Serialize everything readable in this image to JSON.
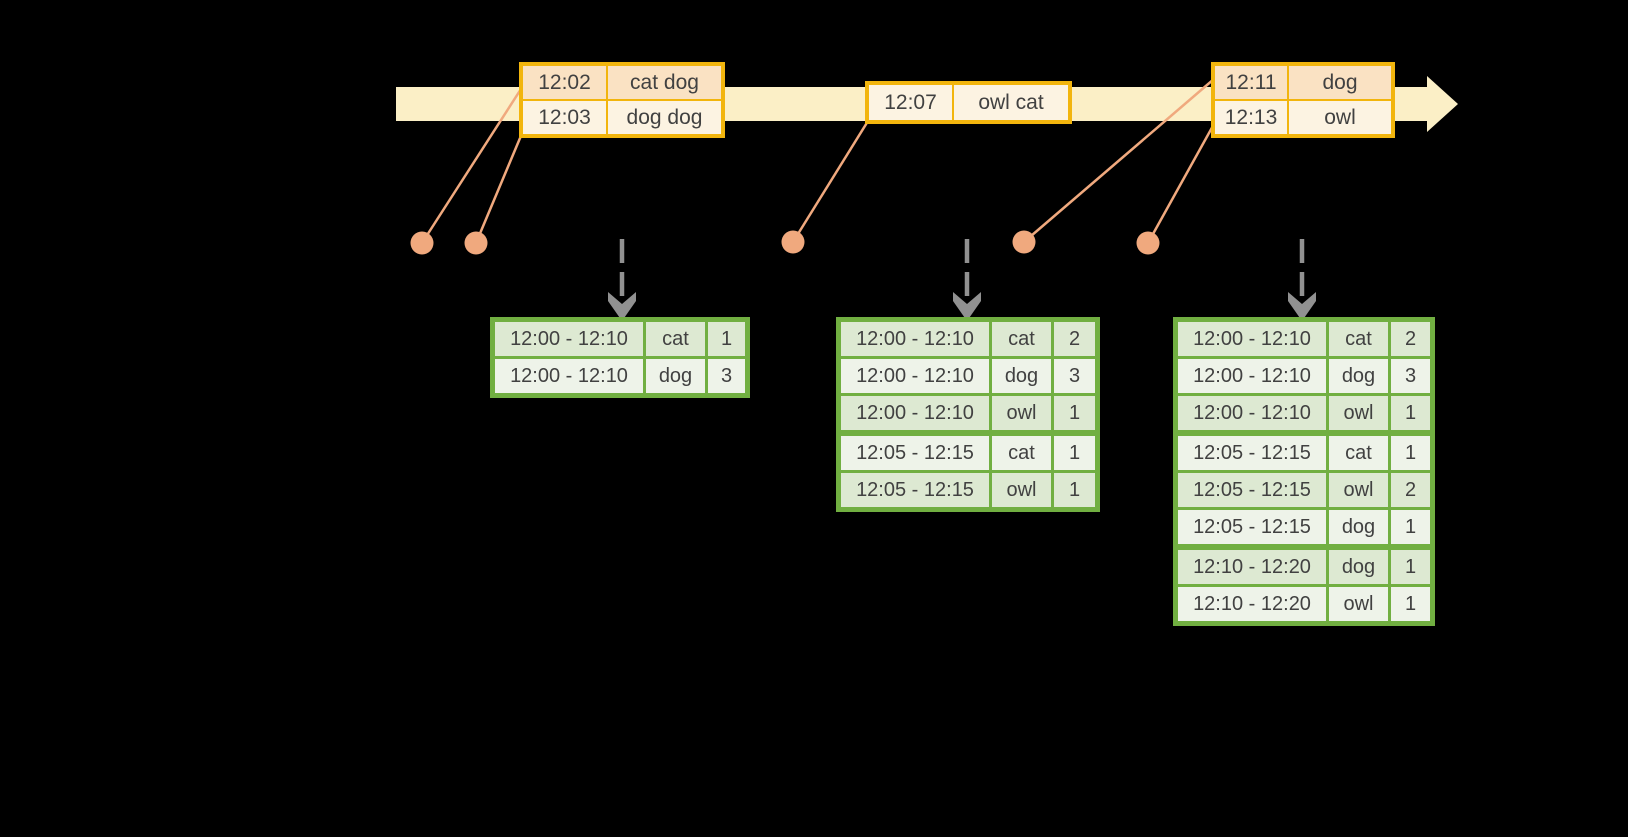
{
  "colors": {
    "background": "#000000",
    "timeline_fill": "#FBEFC6",
    "event_table_border": "#F2B50D",
    "event_row_peach": "#FAE2C3",
    "event_row_cream": "#FCF3E2",
    "connector": "#F0A97E",
    "trigger_arrow": "#919191",
    "result_table_border": "#71AF41",
    "result_row_tint": "#DDE9D2",
    "result_row_light": "#EEF3E9",
    "text": "#414141"
  },
  "event_tables": [
    {
      "rows": [
        {
          "time": "12:02",
          "words": "cat dog"
        },
        {
          "time": "12:03",
          "words": "dog dog"
        }
      ]
    },
    {
      "rows": [
        {
          "time": "12:07",
          "words": "owl cat"
        }
      ]
    },
    {
      "rows": [
        {
          "time": "12:11",
          "words": "dog"
        },
        {
          "time": "12:13",
          "words": "owl"
        }
      ]
    }
  ],
  "result_tables": [
    {
      "rows": [
        {
          "window": "12:00 - 12:10",
          "word": "cat",
          "count": "1"
        },
        {
          "window": "12:00 - 12:10",
          "word": "dog",
          "count": "3"
        }
      ]
    },
    {
      "rows": [
        {
          "window": "12:00 - 12:10",
          "word": "cat",
          "count": "2"
        },
        {
          "window": "12:00 - 12:10",
          "word": "dog",
          "count": "3"
        },
        {
          "window": "12:00 - 12:10",
          "word": "owl",
          "count": "1"
        },
        {
          "window": "12:05 - 12:15",
          "word": "cat",
          "count": "1"
        },
        {
          "window": "12:05 - 12:15",
          "word": "owl",
          "count": "1"
        }
      ]
    },
    {
      "rows": [
        {
          "window": "12:00 - 12:10",
          "word": "cat",
          "count": "2"
        },
        {
          "window": "12:00 - 12:10",
          "word": "dog",
          "count": "3"
        },
        {
          "window": "12:00 - 12:10",
          "word": "owl",
          "count": "1"
        },
        {
          "window": "12:05 - 12:15",
          "word": "cat",
          "count": "1"
        },
        {
          "window": "12:05 - 12:15",
          "word": "owl",
          "count": "2"
        },
        {
          "window": "12:05 - 12:15",
          "word": "dog",
          "count": "1"
        },
        {
          "window": "12:10 - 12:20",
          "word": "dog",
          "count": "1"
        },
        {
          "window": "12:10 - 12:20",
          "word": "owl",
          "count": "1"
        }
      ]
    }
  ]
}
